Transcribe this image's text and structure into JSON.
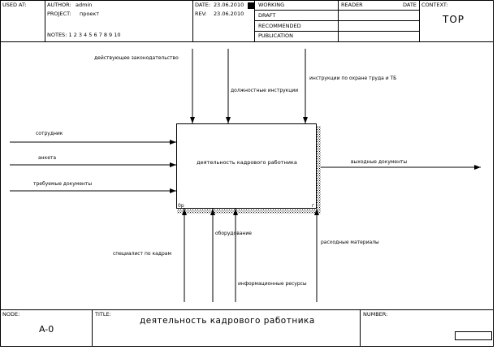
{
  "header": {
    "used_at": "USED AT:",
    "author_label": "AUTHOR:",
    "author_value": "admin",
    "project_label": "PROJECT:",
    "project_value": "проект",
    "notes": "NOTES: 1 2 3 4 5 6 7 8 9 10",
    "date_label": "DATE:",
    "date_value": "23.06.2010",
    "rev_label": "REV:",
    "rev_value": "23.06.2010",
    "status_working": "WORKING",
    "status_draft": "DRAFT",
    "status_recommended": "RECOMMENDED",
    "status_publication": "PUBLICATION",
    "reader_label": "READER",
    "reader_date_label": "DATE",
    "context_label": "CONTEXT:",
    "context_value": "TOP"
  },
  "diagram": {
    "activity_title": "деятельность кадрового работника",
    "activity_code": "0р",
    "activity_corner": "г",
    "arrows": {
      "control_1": "действующее законодательство",
      "control_2": "должностные инструкции",
      "control_3": "инструкции по охране труда и ТБ",
      "input_1": "сотрудник",
      "input_2": "анкета",
      "input_3": "требуемые документы",
      "output_1": "выходные документы",
      "mechanism_1": "специалист по кадрам",
      "mechanism_2": "оборудование",
      "mechanism_3": "информационные ресурсы",
      "mechanism_4": "расходные материалы"
    }
  },
  "footer": {
    "node_label": "NODE:",
    "node_value": "A-0",
    "title_label": "TITLE:",
    "title_value": "деятельность кадрового работника",
    "number_label": "NUMBER:"
  }
}
